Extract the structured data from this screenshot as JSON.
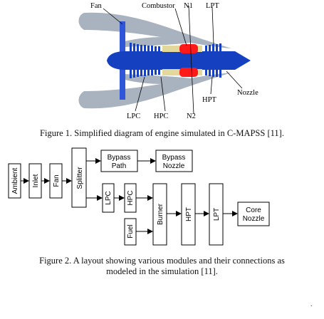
{
  "figure1": {
    "labels": {
      "fan": "Fan",
      "combustor": "Combustor",
      "n1": "N1",
      "lpt": "LPT",
      "nozzle": "Nozzle",
      "hpt": "HPT",
      "lpc": "LPC",
      "hpc": "HPC",
      "n2": "N2"
    },
    "caption": "Figure 1. Simplified diagram of engine simulated in C-MAPSS [11].",
    "colors": {
      "casing": "#a9b3bf",
      "fan_blade": "#2f56d8",
      "shaft_body": "#1540c0",
      "combustor": "#ff1a1a",
      "core_liner": "#e3d89c"
    }
  },
  "figure2": {
    "modules": {
      "ambient": "Ambient",
      "inlet": "Inlet",
      "fan": "Fan",
      "splitter": "Splitter",
      "bypass_path": [
        "Bypass",
        "Path"
      ],
      "bypass_nozzle": [
        "Bypass",
        "Nozzle"
      ],
      "lpc": "LPC",
      "hpc": "HPC",
      "fuel": "Fuel",
      "burner": "Burner",
      "hpt": "HPT",
      "lpt": "LPT",
      "core_nozzle": [
        "Core",
        "Nozzle"
      ]
    },
    "caption_line1": "Figure 2. A layout showing various modules and their connections as",
    "caption_line2": "modeled in the simulation [11]."
  },
  "stray_mark": "."
}
